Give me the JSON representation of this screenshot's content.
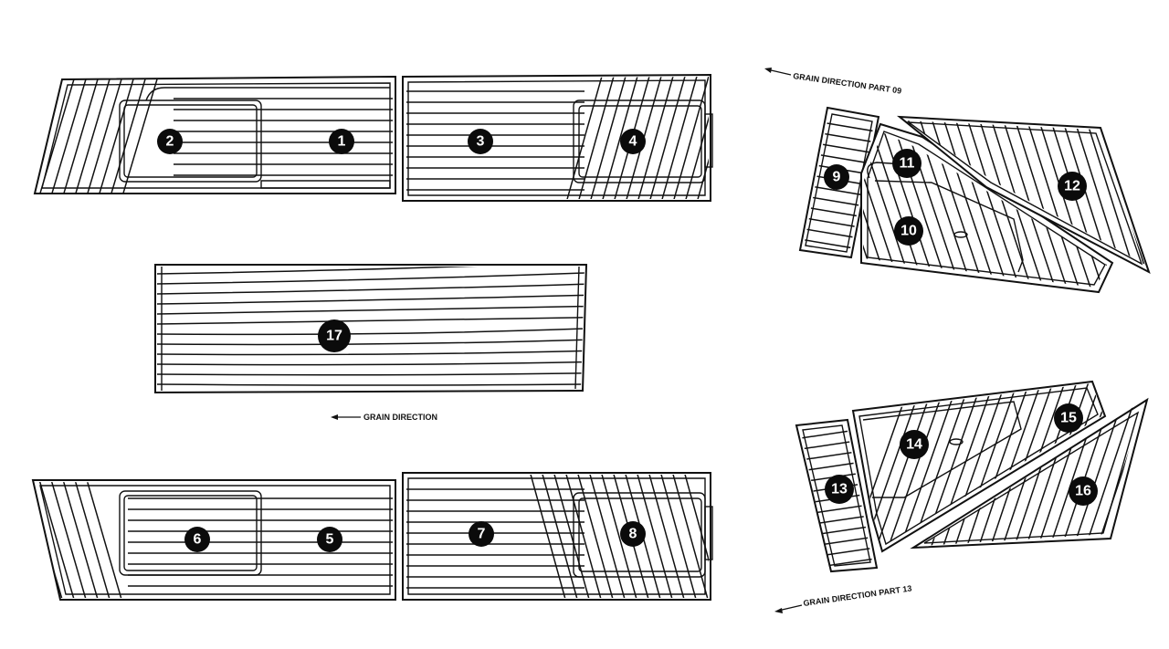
{
  "grain_labels": {
    "main": "GRAIN DIRECTION",
    "part9": "GRAIN DIRECTION PART 09",
    "part13": "GRAIN DIRECTION PART 13"
  },
  "parts": {
    "p1": "1",
    "p2": "2",
    "p3": "3",
    "p4": "4",
    "p5": "5",
    "p6": "6",
    "p7": "7",
    "p8": "8",
    "p9": "9",
    "p10": "10",
    "p11": "11",
    "p12": "12",
    "p13": "13",
    "p14": "14",
    "p15": "15",
    "p16": "16",
    "p17": "17"
  },
  "colors": {
    "line": "#111111",
    "marker": "#0b0b0b",
    "background": "#ffffff"
  }
}
